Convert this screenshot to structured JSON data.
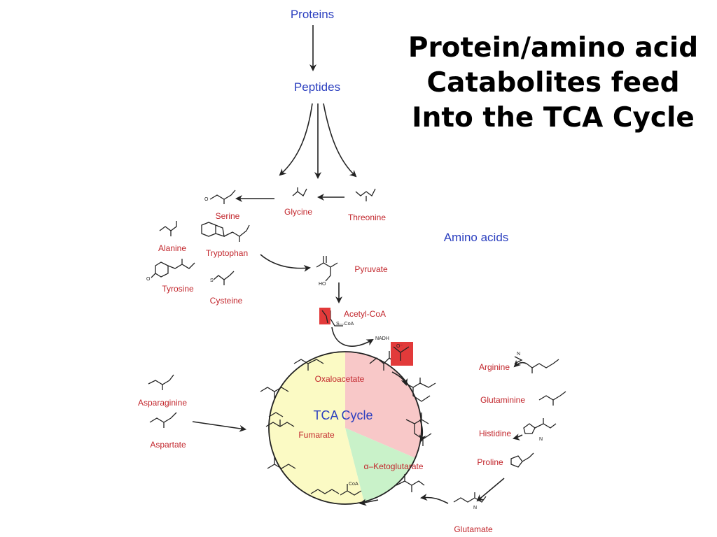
{
  "title": {
    "line1": "Protein/amino acid",
    "line2": "Catabolites feed",
    "line3": "Into the TCA Cycle"
  },
  "diagram": {
    "proteins": "Proteins",
    "peptides": "Peptides",
    "amino_acids": "Amino acids",
    "tca_cycle": "TCA Cycle",
    "nadh": "NADH",
    "coa": "S—CoA",
    "coa_small": "CoA",
    "ho": "HO",
    "s": "S",
    "o_minus": "O⁻",
    "n": "N",
    "o": "O"
  },
  "amino_acid_labels": {
    "serine": "Serine",
    "glycine": "Glycine",
    "threonine": "Threonine",
    "alanine": "Alanine",
    "tryptophan": "Tryptophan",
    "tyrosine": "Tyrosine",
    "cysteine": "Cysteine",
    "asparaginine": "Asparaginine",
    "aspartate": "Aspartate",
    "arginine": "Arginine",
    "glutaminine": "Glutaminine",
    "histidine": "Histidine",
    "proline": "Proline",
    "glutamate": "Glutamate"
  },
  "metabolites": {
    "pyruvate": "Pyruvate",
    "acetyl_coa": "Acetyl-CoA",
    "oxaloacetate": "Oxaloacetate",
    "fumarate": "Fumarate",
    "ketoglutarate": "α–Ketoglutarate"
  },
  "colors": {
    "blue_label": "#2b3fbf",
    "red_label": "#c2262c",
    "pink_segment": "#f8c8c8",
    "yellow_segment": "#fbfac4",
    "green_segment": "#c9f2c9",
    "highlight_box": "#e23a3a"
  }
}
